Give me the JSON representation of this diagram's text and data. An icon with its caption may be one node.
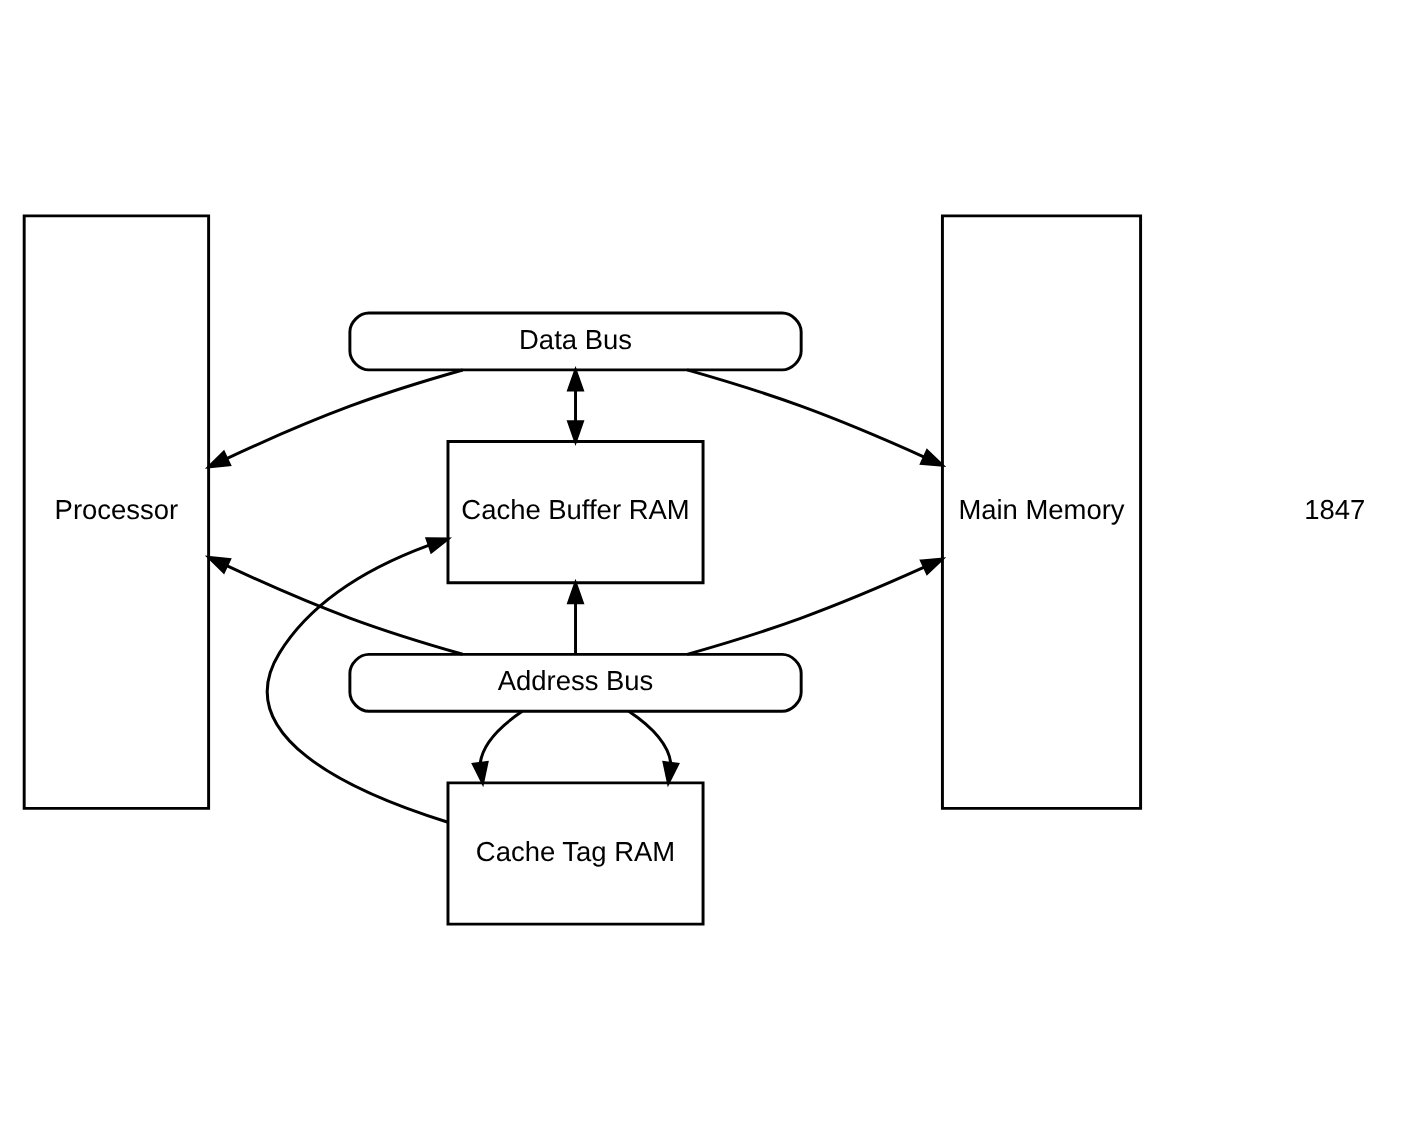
{
  "diagram": {
    "nodes": [
      {
        "text": [
          "Processor"
        ]
      },
      {
        "text": [
          "Main Memory"
        ]
      },
      {
        "text": [
          "Data Bus"
        ]
      },
      {
        "text": [
          "Cache Buffer RAM"
        ]
      },
      {
        "text": [
          "Address Bus"
        ]
      },
      {
        "text": [
          "Cache Tag RAM"
        ]
      }
    ],
    "edges": [
      {
        "from": 2,
        "to": 0,
        "arrow": "to"
      },
      {
        "from": 2,
        "to": 1,
        "arrow": "to"
      },
      {
        "from": 2,
        "to": 3,
        "arrow": "both"
      },
      {
        "from": 4,
        "to": 0,
        "arrow": "to"
      },
      {
        "from": 4,
        "to": 1,
        "arrow": "to"
      },
      {
        "from": 4,
        "to": 3,
        "arrow": "to"
      },
      {
        "from": 4,
        "to": 5,
        "arrow": "to"
      },
      {
        "from": 4,
        "to": 5,
        "arrow": "to"
      },
      {
        "from": 5,
        "to": 3,
        "arrow": "to"
      }
    ],
    "labels": [
      "1847"
    ]
  }
}
